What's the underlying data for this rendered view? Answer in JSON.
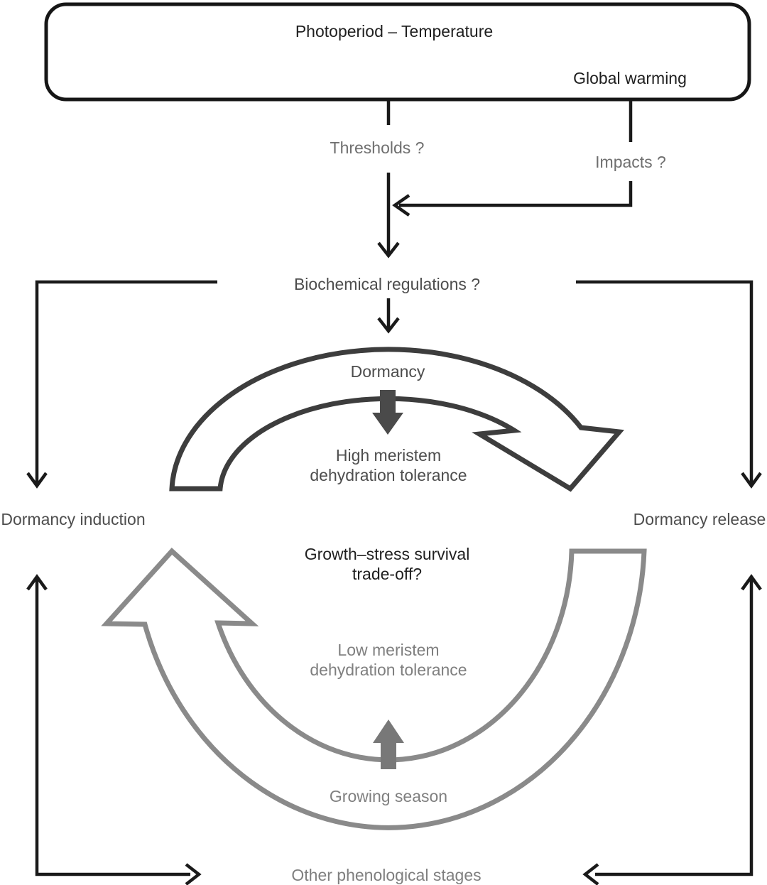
{
  "figure": {
    "type": "conceptual-diagram",
    "topic": "Dormancy cycle regulation by photoperiod and temperature"
  },
  "colors": {
    "line_black": "#1a1a1a",
    "dormancy_arc": "#3d3d3d",
    "growing_arc": "#8a8a8a",
    "dark_arrow_fill": "#4a4a4a",
    "gray_arrow_fill": "#787878",
    "black_text": "#1f1f1f",
    "dark_gray_text": "#4d4d4d",
    "mid_gray_text": "#6f6f6f",
    "light_gray_text": "#7f7f7f",
    "background": "#ffffff"
  },
  "top_box": {
    "title": "Photoperiod – Temperature",
    "subtitle": "Global warming"
  },
  "labels": {
    "thresholds": "Thresholds ?",
    "impacts": "Impacts ?",
    "biochemical": "Biochemical regulations ?",
    "dormancy": "Dormancy",
    "high_meristem_line1": "High meristem",
    "high_meristem_line2": "dehydration tolerance",
    "dormancy_induction": "Dormancy induction",
    "dormancy_release": "Dormancy release",
    "tradeoff_line1": "Growth–stress survival",
    "tradeoff_line2": "trade-off?",
    "low_meristem_line1": "Low meristem",
    "low_meristem_line2": "dehydration tolerance",
    "growing_season": "Growing season",
    "other_stages": "Other phenological stages"
  }
}
